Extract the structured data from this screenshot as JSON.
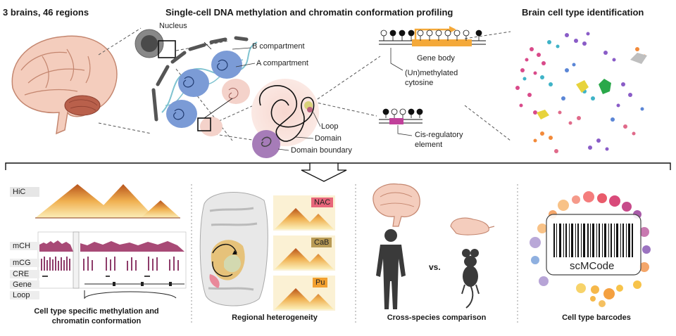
{
  "headers": {
    "brains": "3 brains, 46 regions",
    "profiling": "Single-cell DNA methylation and chromatin conformation profiling",
    "celltype": "Brain cell type  identification"
  },
  "labels": {
    "nucleus": "Nucleus",
    "b_compartment": "B compartment",
    "a_compartment": "A compartment",
    "loop": "Loop",
    "domain": "Domain",
    "domain_boundary": "Domain boundary",
    "gene_body": "Gene body",
    "unmethylated_1": "(Un)methylated",
    "unmethylated_2": "cytosine",
    "cis_reg_1": "Cis-regulatory",
    "cis_reg_2": "element"
  },
  "tracks": {
    "hic": "HiC",
    "mch": "mCH",
    "mcg": "mCG",
    "cre": "CRE",
    "gene": "Gene",
    "loop": "Loop"
  },
  "regions": {
    "nac": "NAC",
    "cab": "CaB",
    "pu": "Pu"
  },
  "vs": "vs.",
  "barcode_label": "scMCode",
  "captions": {
    "c1_line1": "Cell type specific methylation and",
    "c1_line2": "chromatin conformation",
    "c2": "Regional heterogeneity",
    "c3": "Cross-species comparison",
    "c4": "Cell type barcodes"
  },
  "colors": {
    "brain_pink": "#f2c9bb",
    "nac": "#e8667a",
    "cab": "#b89a55",
    "pu": "#f2a030",
    "gene_body": "#f4a93a",
    "purple": "#8e4a7e"
  }
}
